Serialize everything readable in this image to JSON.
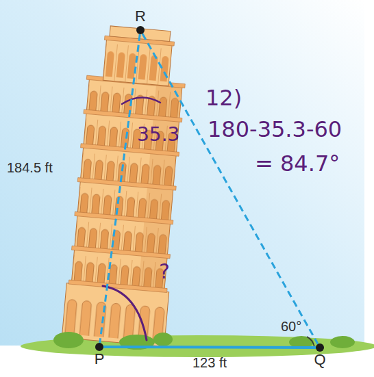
{
  "diagram": {
    "nodes": [
      {
        "text": [
          "R"
        ]
      },
      {
        "text": [
          "P"
        ]
      },
      {
        "text": [
          "Q"
        ]
      }
    ],
    "edges": [
      {
        "from": 0,
        "to": 1,
        "arrow": "none"
      },
      {
        "from": 0,
        "to": 2,
        "arrow": "none"
      },
      {
        "from": 1,
        "to": 2,
        "label": "123 ft",
        "arrow": "none"
      }
    ],
    "labels": [
      "184.5 ft",
      "60°",
      "12)",
      "35.3",
      "180-35.3-60",
      "= 84.7°",
      "?"
    ]
  }
}
